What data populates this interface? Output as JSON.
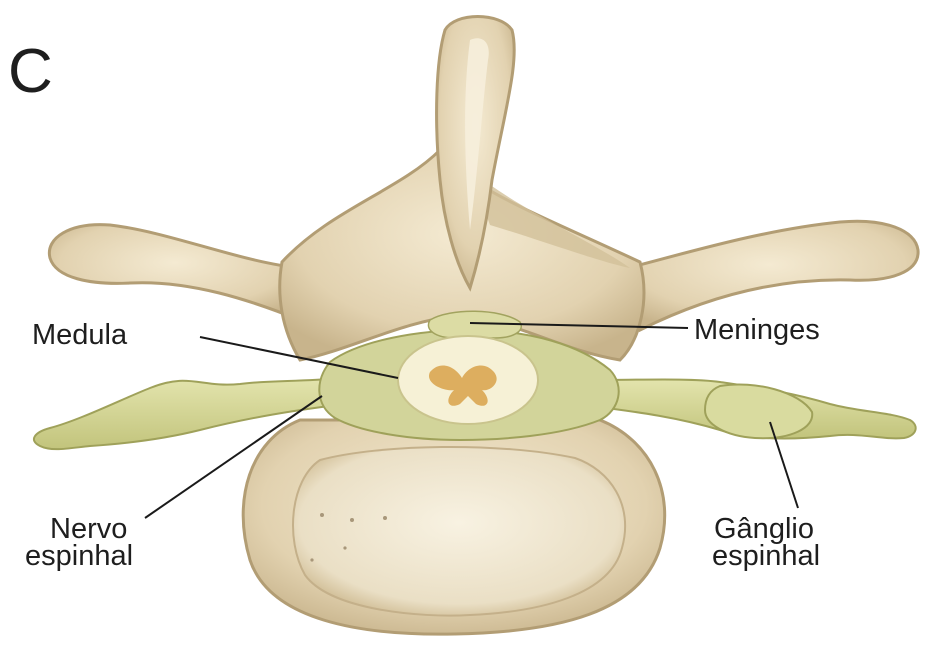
{
  "panel_letter": "C",
  "labels": {
    "medula": "Medula",
    "meninges": "Meninges",
    "nervo_line1": "Nervo",
    "nervo_line2": "espinhal",
    "ganglio_line1": "Gânglio",
    "ganglio_line2": "espinhal"
  },
  "colors": {
    "bone": "#e4d6b8",
    "bone_shadow": "#b9a57e",
    "bone_highlight": "#f7f0df",
    "nerve": "#d6d89a",
    "nerve_dark": "#a9ab62",
    "cord": "#f4efd2",
    "grey_matter": "#d8a24a"
  }
}
